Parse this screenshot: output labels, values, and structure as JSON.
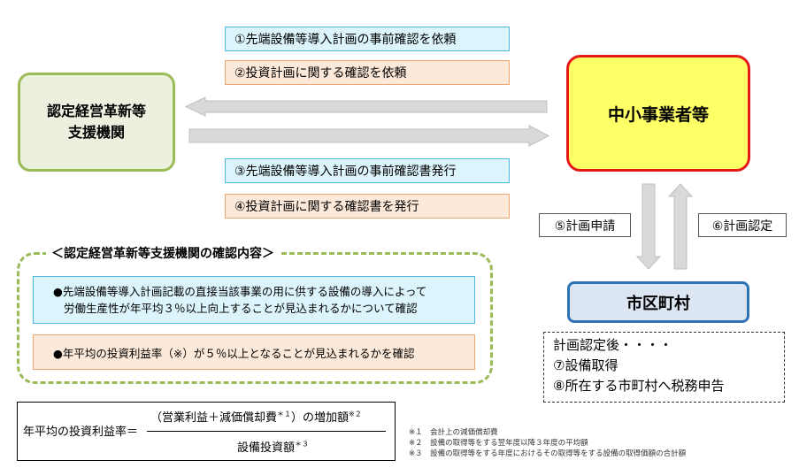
{
  "support_org": {
    "line1": "認定経営革新等",
    "line2": "支援機関"
  },
  "sme": {
    "label": "中小事業者等"
  },
  "municipality": {
    "label": "市区町村"
  },
  "flows": {
    "step1": "①先端設備等導入計画の事前確認を依頼",
    "step2": "②投資計画に関する確認を依頼",
    "step3": "③先端設備等導入計画の事前確認書発行",
    "step4": "④投資計画に関する確認書を発行",
    "step5": "⑤計画申請",
    "step6": "⑥計画認定"
  },
  "after_approval": {
    "line1": "計画認定後・・・・",
    "line2": "⑦設備取得",
    "line3": "⑧所在する市町村へ税務申告"
  },
  "confirmation": {
    "title": "＜認定経営革新等支援機関の確認内容＞",
    "item1_line1": "●先端設備等導入計画記載の直接当該事業の用に供する設備の導入によって",
    "item1_line2": "労働生産性が年平均３％以上向上することが見込まれるかについて確認",
    "item2": "●年平均の投資利益率（※）が５％以上となることが見込まれるかを確認"
  },
  "formula": {
    "lhs": "年平均の投資利益率＝",
    "numerator": "（営業利益＋減価償却費",
    "numerator_sup1": "＊１",
    "numerator_tail": "）の増加額",
    "numerator_sup2": "※２",
    "denominator": "設備投資額",
    "denominator_sup": "＊３"
  },
  "footnotes": {
    "n1": "※１　会計上の減価償却費",
    "n2": "※２　設備の取得等をする翌年度以降３年度の平均額",
    "n3": "※３　設備の取得等をする年度におけるその取得等をする設備の取得価額の合計額"
  },
  "colors": {
    "support_org_fill": "#ebf1de",
    "support_org_border": "#9bbb59",
    "sme_fill": "#ffff66",
    "sme_border": "#e31919",
    "municipality_fill": "#dce6f2",
    "municipality_border": "#2e74b5"
  }
}
